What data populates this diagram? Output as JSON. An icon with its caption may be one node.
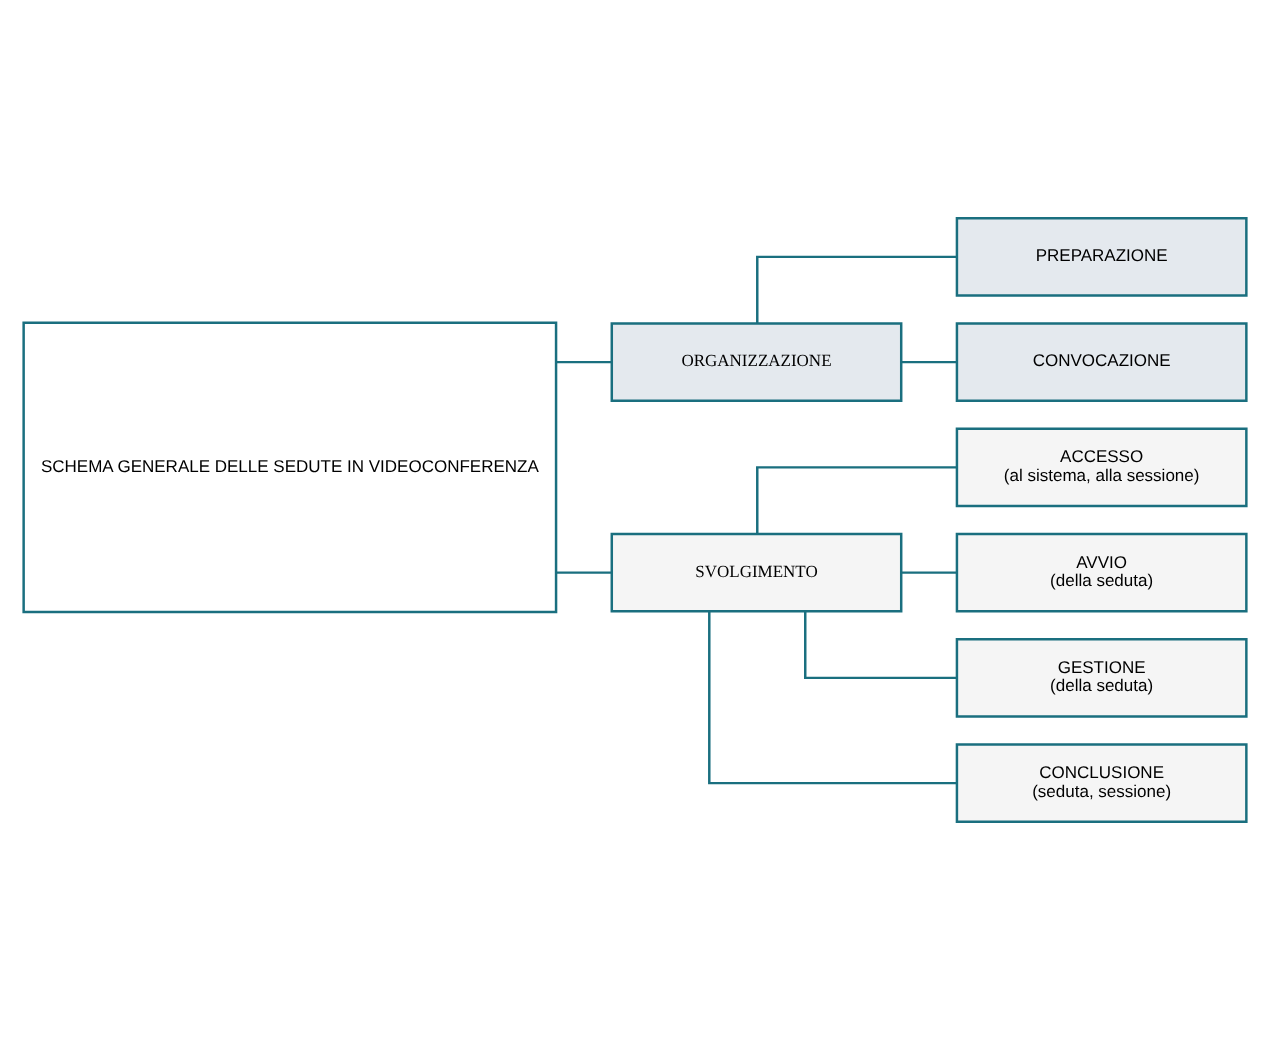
{
  "diagram": {
    "nodes": [
      {
        "text": [
          "SCHEMA GENERALE DELLE SEDUTE IN VIDEOCONFERENZA"
        ]
      },
      {
        "text": [
          "ORGANIZZAZIONE"
        ]
      },
      {
        "text": [
          "PREPARAZIONE"
        ]
      },
      {
        "text": [
          "CONVOCAZIONE"
        ]
      },
      {
        "text": [
          "SVOLGIMENTO"
        ]
      },
      {
        "text": [
          "ACCESSO",
          "(al sistema, alla sessione)"
        ]
      },
      {
        "text": [
          "AVVIO",
          "(della seduta)"
        ]
      },
      {
        "text": [
          "GESTIONE",
          "(della seduta)"
        ]
      },
      {
        "text": [
          "CONCLUSIONE",
          "(seduta, sessione)"
        ]
      }
    ],
    "edges": [
      {
        "from": 0,
        "to": 1,
        "arrow": "none"
      },
      {
        "from": 0,
        "to": 4,
        "arrow": "none"
      },
      {
        "from": 1,
        "to": 2,
        "arrow": "none"
      },
      {
        "from": 1,
        "to": 3,
        "arrow": "none"
      },
      {
        "from": 4,
        "to": 5,
        "arrow": "none"
      },
      {
        "from": 4,
        "to": 6,
        "arrow": "none"
      },
      {
        "from": 4,
        "to": 7,
        "arrow": "none"
      },
      {
        "from": 4,
        "to": 8,
        "arrow": "none"
      }
    ]
  }
}
